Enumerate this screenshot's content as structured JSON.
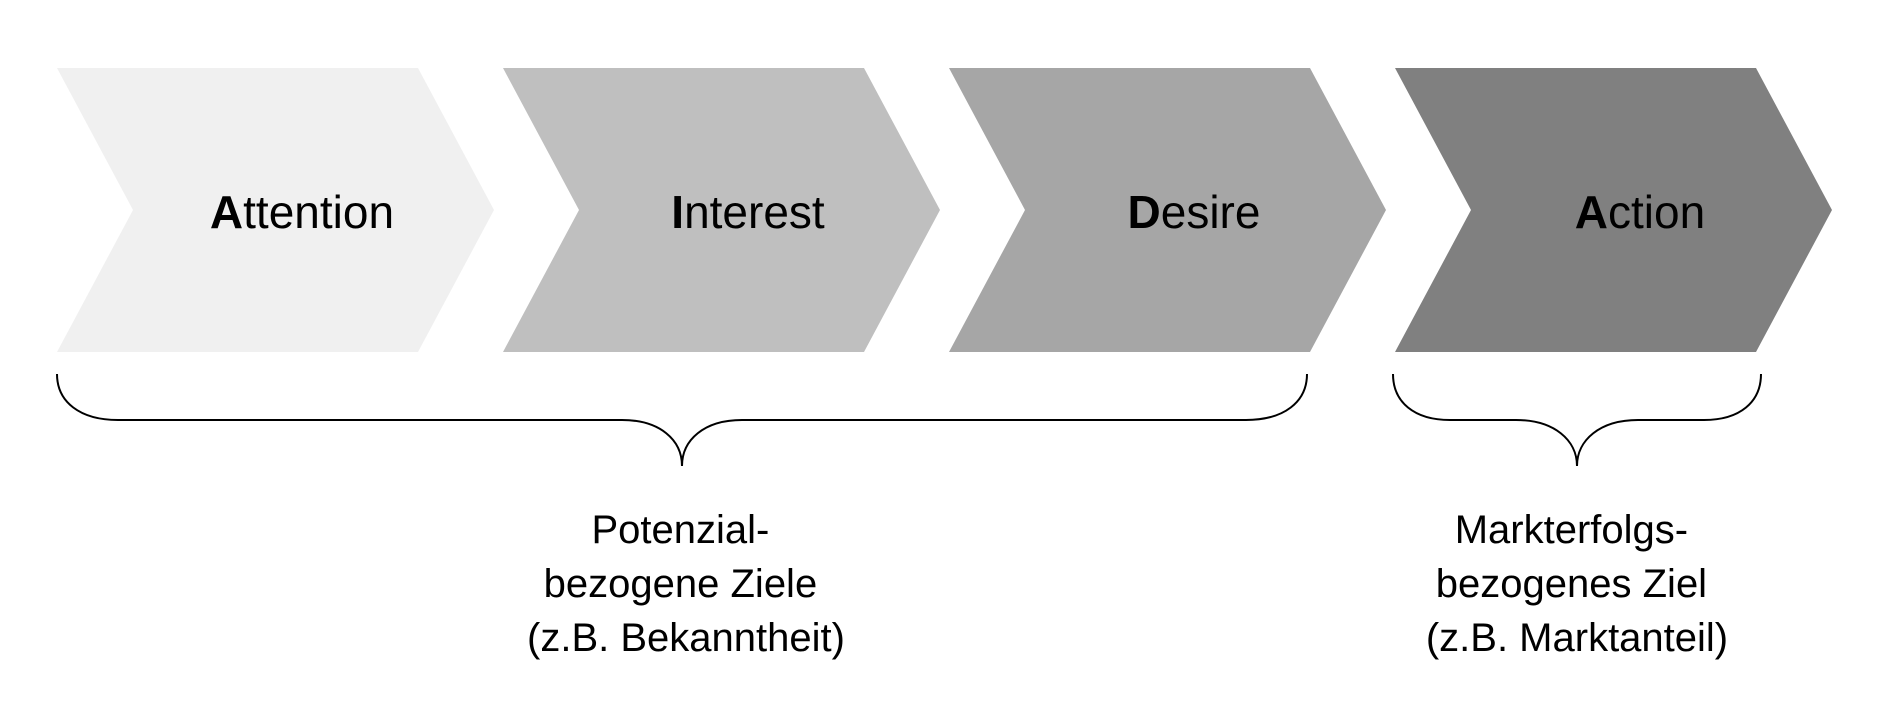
{
  "stages": [
    {
      "initial": "A",
      "rest": "ttention",
      "color": "#f0f0f0"
    },
    {
      "initial": "I",
      "rest": "nterest",
      "color": "#bfbfbf"
    },
    {
      "initial": "D",
      "rest": "esire",
      "color": "#a6a6a6"
    },
    {
      "initial": "A",
      "rest": "ction",
      "color": "#808080"
    }
  ],
  "groups": {
    "potential": {
      "caption": [
        "Potenzial-",
        "bezogene Ziele",
        "(z.B. Bekanntheit)"
      ]
    },
    "market_success": {
      "caption": [
        "Markterfolgs-",
        "bezogenes Ziel",
        "(z.B. Marktanteil)"
      ]
    }
  }
}
